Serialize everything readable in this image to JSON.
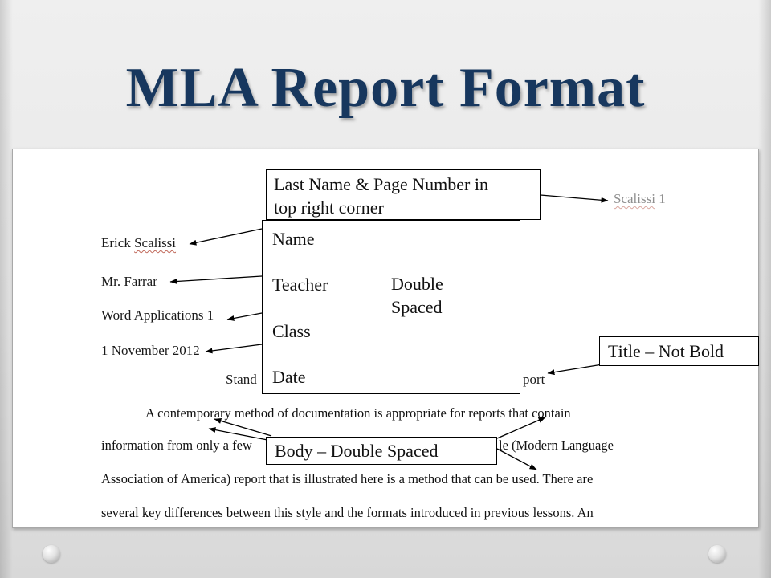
{
  "slide": {
    "title": "MLA Report Format",
    "title_color": "#17375e"
  },
  "document": {
    "header": {
      "name": "Scalissi",
      "page": " 1"
    },
    "author": {
      "first": "Erick ",
      "last": "Scalissi"
    },
    "teacher": "Mr. Farrar",
    "class": "Word Applications 1",
    "date": "1 November 2012",
    "title_visible_left": "Stand",
    "title_visible_right": "port",
    "body": {
      "line1": "A contemporary method of documentation is appropriate for reports that contain",
      "line2_left": "information from only a few",
      "line2_right": "le (Modern Language",
      "line3": "Association of America) report that is illustrated here is a method that can be used.  There are",
      "line4": "several key differences between this style and the formats introduced in previous lessons.  An"
    }
  },
  "callouts": {
    "header_note": "Last Name & Page Number in\ntop right corner",
    "field_labels": [
      "Name",
      "Teacher",
      "Class",
      "Date"
    ],
    "double_spaced": "Double\nSpaced",
    "title_note": "Title – Not Bold",
    "body_note": "Body – Double Spaced"
  }
}
